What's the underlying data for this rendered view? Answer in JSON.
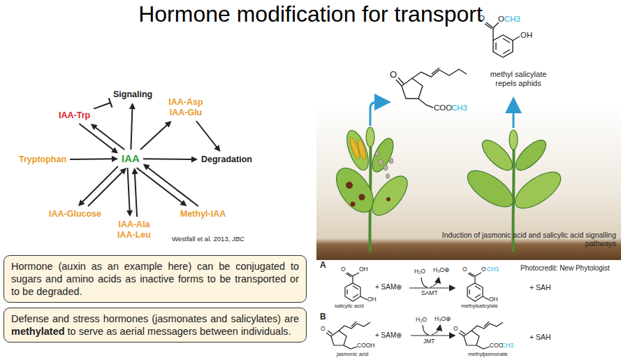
{
  "diagram": {
    "title": "Hormone modification for transport",
    "nodes": [
      {
        "text": [
          "Signaling"
        ]
      },
      {
        "text": [
          "IAA-Trp"
        ]
      },
      {
        "text": [
          "IAA-Asp IAA-Glu"
        ]
      },
      {
        "text": [
          "Tryptophan"
        ]
      },
      {
        "text": [
          "IAA"
        ]
      },
      {
        "text": [
          "Degradation"
        ]
      },
      {
        "text": [
          "IAA-Glucose"
        ]
      },
      {
        "text": [
          "IAA-Ala IAA-Leu"
        ]
      },
      {
        "text": [
          "Methyl-IAA"
        ]
      },
      {
        "text": [
          "Hormone (auxin as an example here) can be conjugated to sugars and amino acids as inactive forms to be transported or to be degraded."
        ]
      },
      {
        "text": [
          "Defense and stress hormones (jasmonates and salicylates) are methylated to serve as aerial messagers between individuals."
        ]
      }
    ],
    "edges": [
      {
        "from": 3,
        "to": 4,
        "arrow": "to"
      },
      {
        "from": 4,
        "to": 0,
        "arrow": "to"
      },
      {
        "from": 1,
        "to": 0,
        "arrow": "to"
      },
      {
        "from": 4,
        "to": 1,
        "arrow": "to"
      },
      {
        "from": 1,
        "to": 4,
        "arrow": "to"
      },
      {
        "from": 4,
        "to": 2,
        "arrow": "to"
      },
      {
        "from": 2,
        "to": 5,
        "arrow": "to"
      },
      {
        "from": 4,
        "to": 5,
        "arrow": "to"
      },
      {
        "from": 4,
        "to": 6,
        "arrow": "to"
      },
      {
        "from": 6,
        "to": 4,
        "arrow": "to"
      },
      {
        "from": 4,
        "to": 7,
        "arrow": "to"
      },
      {
        "from": 7,
        "to": 4,
        "arrow": "to"
      },
      {
        "from": 4,
        "to": 8,
        "arrow": "to"
      },
      {
        "from": 8,
        "to": 4,
        "arrow": "to"
      }
    ],
    "labels": [
      "Westfall et al. 2013, JBC",
      "O",
      "COO",
      "CH3",
      "O",
      "O",
      "CH3",
      "OH",
      "methyl salicylate repels aphids",
      "Induction of jasmonic acid and salicylic acid signalling pathways",
      "Photocredit: New Phytologist",
      "A",
      "OH",
      "O",
      "OH",
      "salicylic acid",
      "+ SAM⊕",
      "H₂O",
      "H₃O⊕",
      "SAMT",
      "O",
      "O",
      "CH3",
      "OH",
      "methylsalicylate",
      "+ SAH",
      "B",
      "O",
      "COOH",
      "jasmonic acid",
      "+ SAM⊕",
      "H₂O",
      "H₃O⊕",
      "JMT",
      "O",
      "COO",
      "CH3",
      "methyljasmonate",
      "+ SAH"
    ]
  }
}
